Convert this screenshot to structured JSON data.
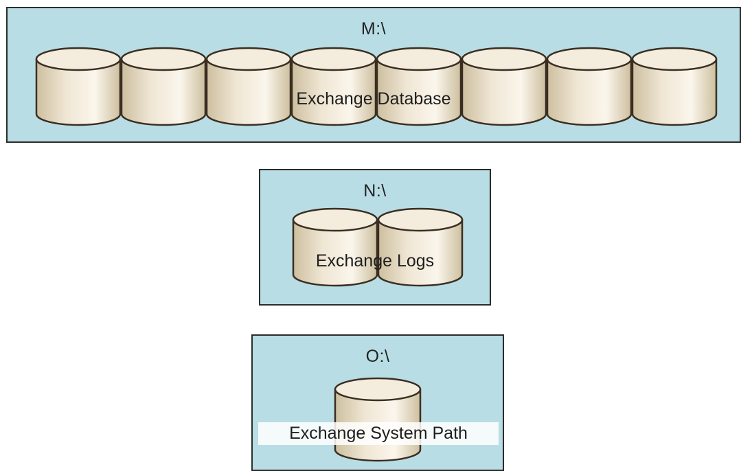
{
  "drives": [
    {
      "id": "m",
      "label": "M:\\",
      "caption": "Exchange Database",
      "disk_count": 8
    },
    {
      "id": "n",
      "label": "N:\\",
      "caption": "Exchange Logs",
      "disk_count": 2
    },
    {
      "id": "o",
      "label": "O:\\",
      "caption": "Exchange System Path",
      "disk_count": 1
    }
  ],
  "colors": {
    "panel_fill": "#b9dde4",
    "panel_border": "#2b2b2b",
    "disk_body": "#efe6d4",
    "disk_shadow": "#cdbf9f",
    "disk_outline": "#3a2e22"
  },
  "icons": [
    "disk-cylinder-icon"
  ]
}
